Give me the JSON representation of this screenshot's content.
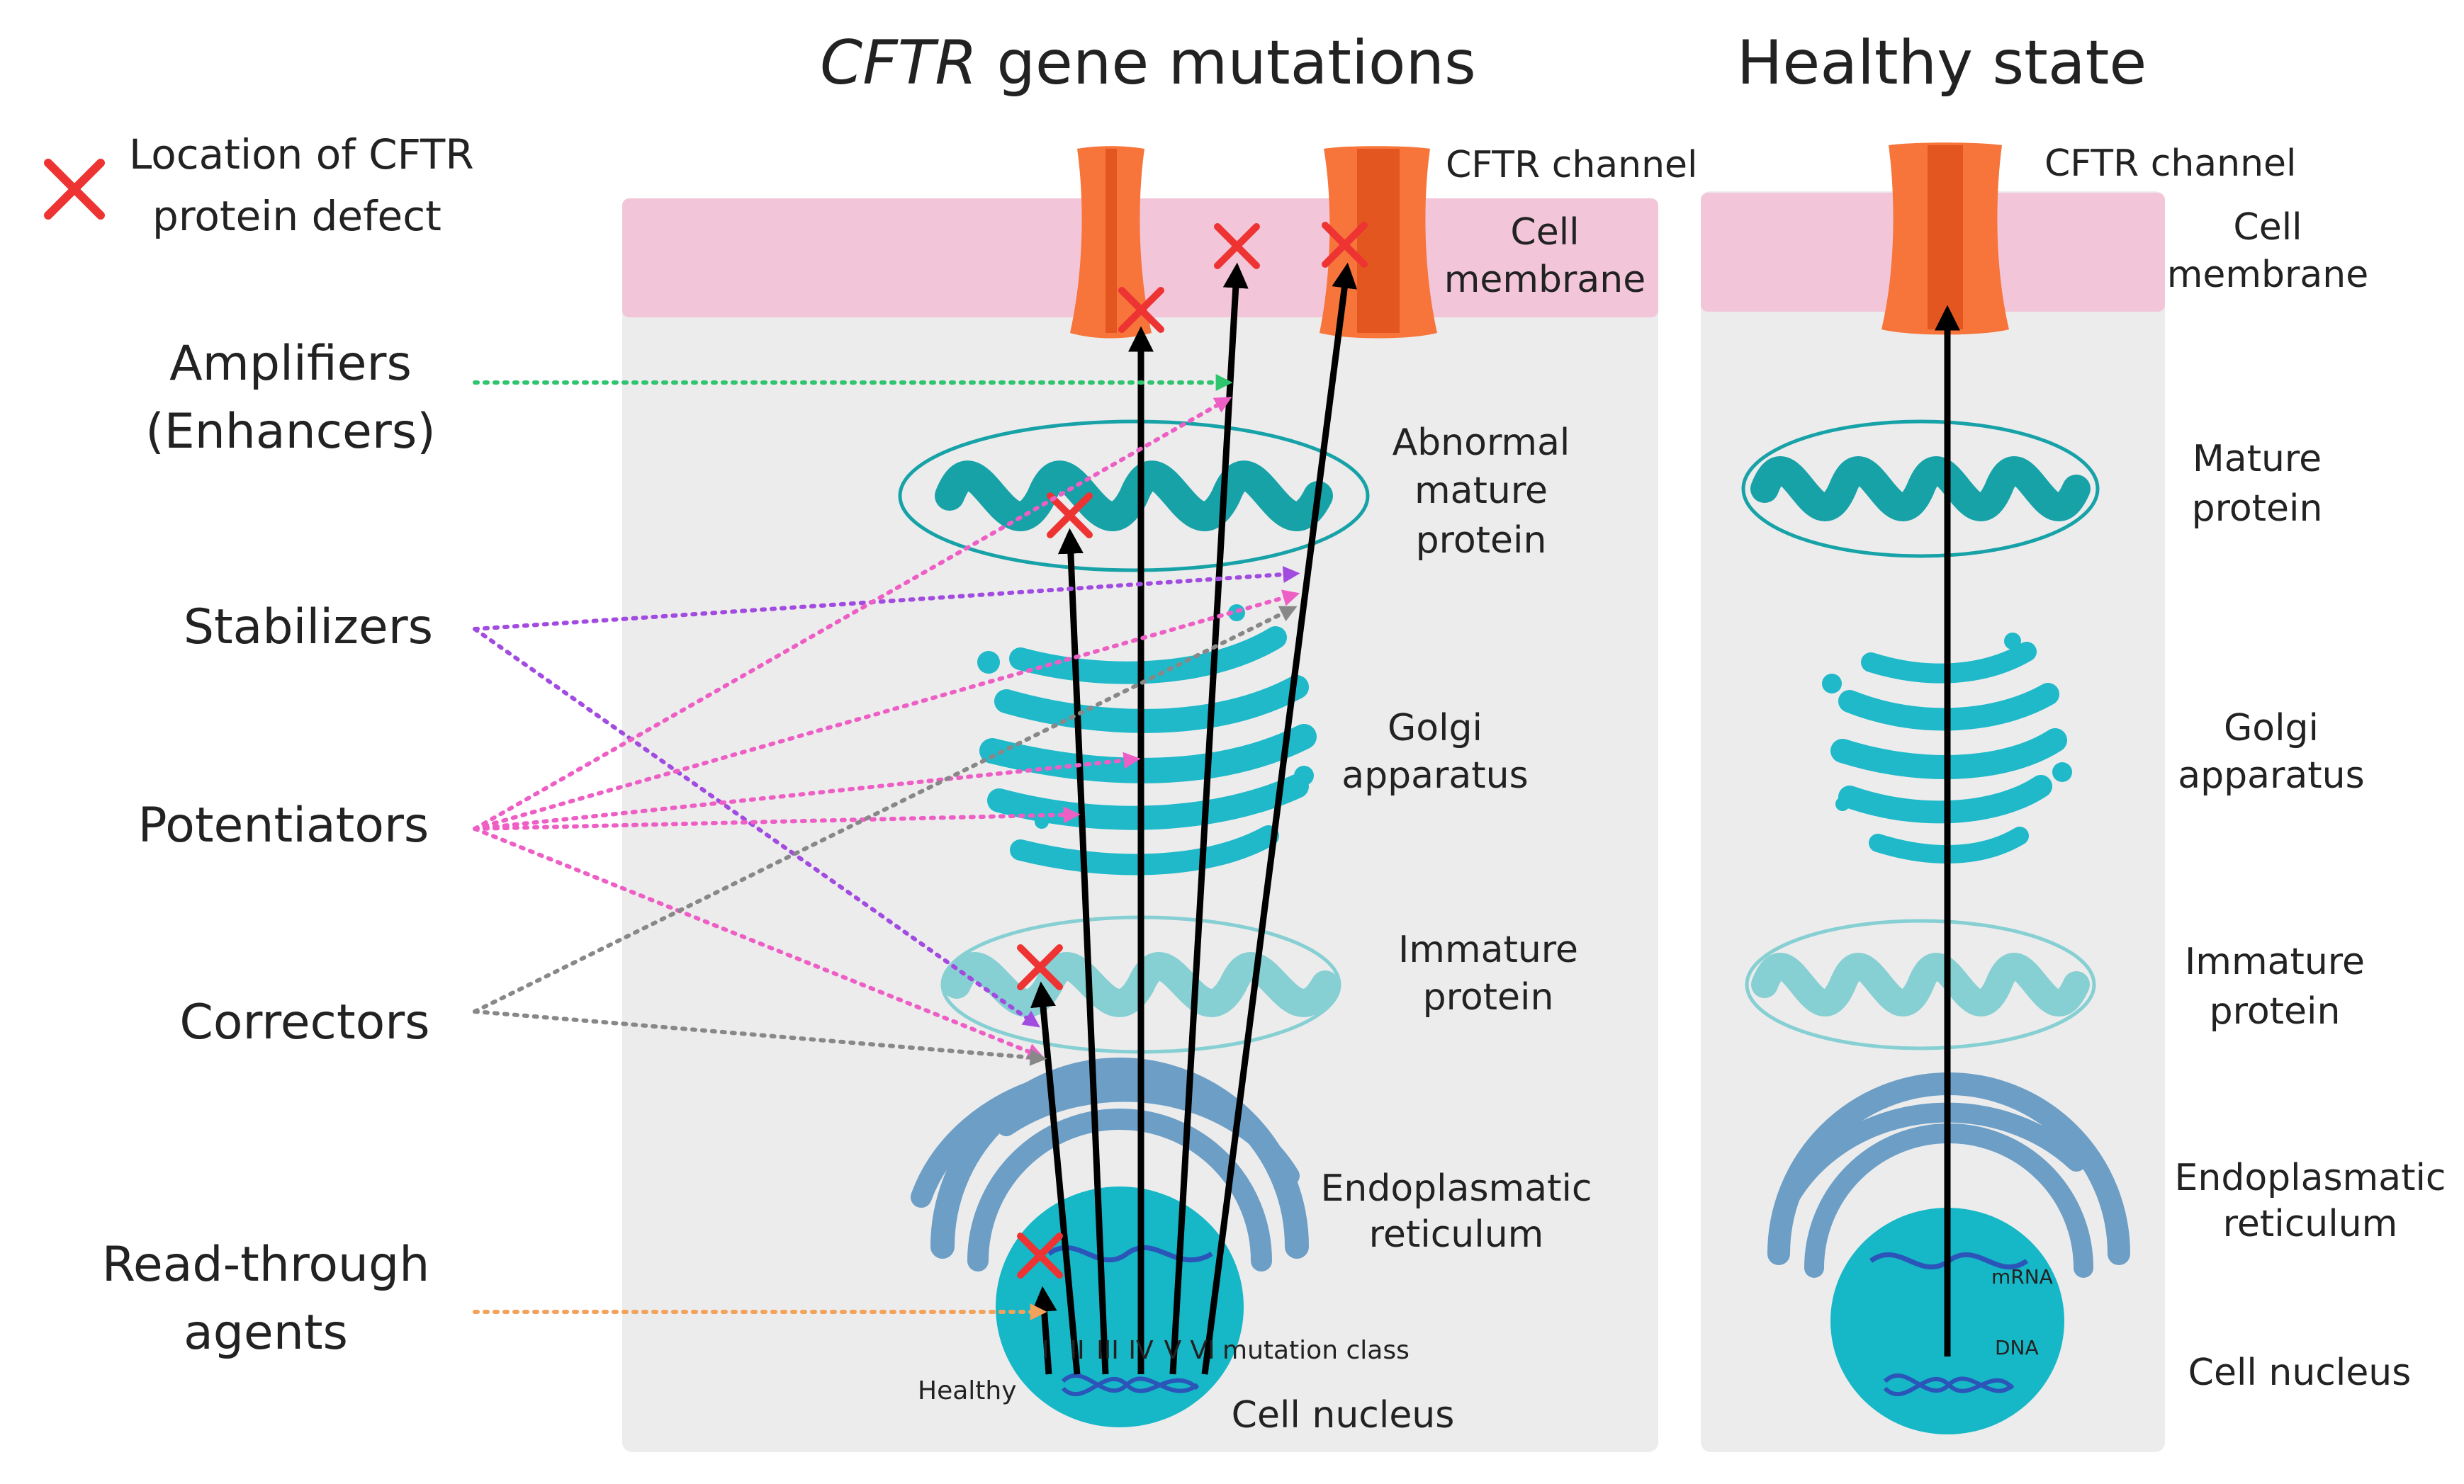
{
  "titles": {
    "mutations_italic": "CFTR",
    "mutations_rest": " gene mutations",
    "healthy": "Healthy state"
  },
  "legend": {
    "line1": "Location of CFTR",
    "line2": "protein defect",
    "marker_color": "#ee3333"
  },
  "modulators": {
    "amplifiers_1": "Amplifiers",
    "amplifiers_2": "(Enhancers)",
    "stabilizers": "Stabilizers",
    "potentiators": "Potentiators",
    "correctors": "Correctors",
    "readthrough_1": "Read-through",
    "readthrough_2": "agents"
  },
  "mutation_panel": {
    "cftr_channel": "CFTR channel",
    "cell_membrane_1": "Cell",
    "cell_membrane_2": "membrane",
    "abnormal_1": "Abnormal",
    "abnormal_2": "mature",
    "abnormal_3": "protein",
    "golgi_1": "Golgi",
    "golgi_2": "apparatus",
    "immature_1": "Immature",
    "immature_2": "protein",
    "er_1": "Endoplasmatic",
    "er_2": "reticulum",
    "nucleus": "Cell nucleus",
    "healthy": "Healthy",
    "mutation_class": "mutation class",
    "classes": [
      "I",
      "II",
      "III",
      "IV",
      "V",
      "VI"
    ]
  },
  "healthy_panel": {
    "cftr_channel": "CFTR channel",
    "cell_membrane_1": "Cell",
    "cell_membrane_2": "membrane",
    "mature_1": "Mature",
    "mature_2": "protein",
    "golgi_1": "Golgi",
    "golgi_2": "apparatus",
    "immature_1": "Immature",
    "immature_2": "protein",
    "er_1": "Endoplasmatic",
    "er_2": "reticulum",
    "nucleus": "Cell nucleus",
    "mrna": "mRNA",
    "dna": "DNA"
  },
  "colors": {
    "panel_bg": "#ececec",
    "membrane": "#f2c6d8",
    "channel": "#f7743a",
    "channel_dark": "#e4561f",
    "protein": "#17a2a8",
    "protein_light": "#86cfd3",
    "golgi": "#1fb9c9",
    "er": "#6c9ec6",
    "nucleus": "#16b7c7",
    "dna": "#2b55b8",
    "amplifiers": "#2fc46e",
    "stabilizers": "#a24be0",
    "potentiators": "#ee5fc5",
    "correctors": "#888888",
    "readthrough": "#f2a25a"
  }
}
